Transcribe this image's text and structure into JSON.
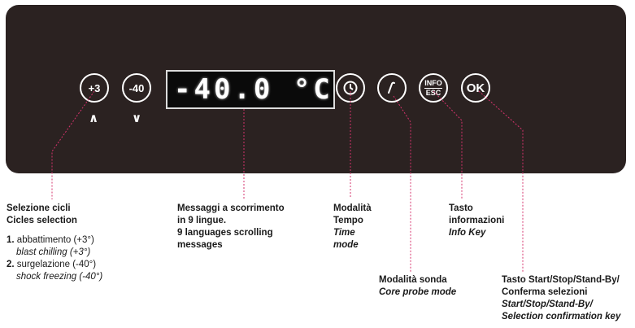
{
  "panel": {
    "btn_plus3": "+3",
    "btn_minus40": "-40",
    "arrow_up": "∧",
    "arrow_down": "∨",
    "display_text": "-40.0 °C",
    "btn_info_top": "INFO",
    "btn_info_bottom": "ESC",
    "btn_ok": "OK"
  },
  "labels": {
    "cycles": {
      "line1": "Selezione cicli",
      "line2": "Cicles selection",
      "item1_num": "1.",
      "item1_it": "abbattimento (+3°)",
      "item1_en": "blast chilling (+3°)",
      "item2_num": "2.",
      "item2_it": "surgelazione (-40°)",
      "item2_en": "shock freezing (-40°)"
    },
    "messages": {
      "line1": "Messaggi a scorrimento",
      "line2": "in 9 lingue.",
      "line3": "9 languages scrolling",
      "line4": "messages"
    },
    "time": {
      "line1": "Modalità",
      "line2": "Tempo",
      "line3": "Time",
      "line4": "mode"
    },
    "probe": {
      "line1": "Modalità sonda",
      "line2": "Core probe mode"
    },
    "info": {
      "line1": "Tasto",
      "line2": "informazioni",
      "line3": "Info Key"
    },
    "start": {
      "line1": "Tasto Start/Stop/Stand-By/",
      "line2": "Conferma selezioni",
      "line3": "Start/Stop/Stand-By/",
      "line4": "Selection confirmation key"
    }
  },
  "colors": {
    "panel": "#2b2221",
    "leader": "#d6336c"
  }
}
